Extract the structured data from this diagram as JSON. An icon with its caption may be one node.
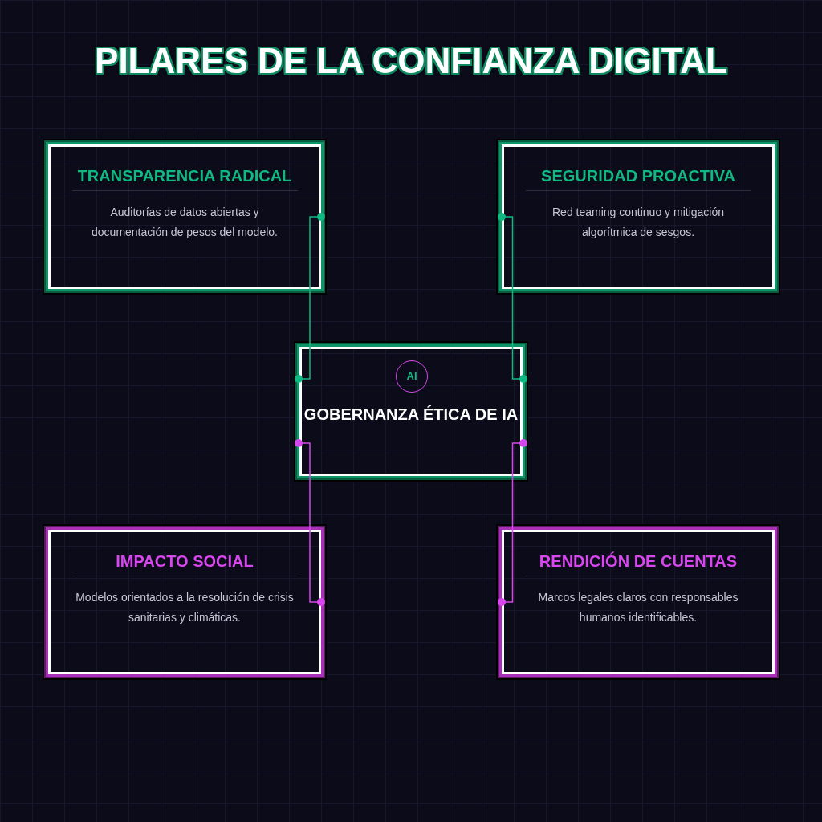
{
  "diagram": {
    "title": "PILARES DE LA CONFIANZA DIGITAL",
    "nodes": [
      {
        "text": [
          "TRANSPARENCIA RADICAL",
          "Auditorías de datos abiertas y documentación de pesos del modelo."
        ]
      },
      {
        "text": [
          "SEGURIDAD PROACTIVA",
          "Red teaming continuo y mitigación algorítmica de sesgos."
        ]
      },
      {
        "text": [
          "GOBERNANZA ÉTICA DE IA"
        ]
      },
      {
        "text": [
          "AI"
        ],
        "in": 2
      },
      {
        "text": [
          "IMPACTO SOCIAL",
          "Modelos orientados a la resolución de crisis sanitarias y climáticas."
        ]
      },
      {
        "text": [
          "RENDICIÓN DE CUENTAS",
          "Marcos legales claros con responsables humanos identificables."
        ]
      }
    ],
    "edges": [
      {
        "from": 2,
        "to": 0,
        "arrow": "other"
      },
      {
        "from": 2,
        "to": 1,
        "arrow": "other"
      },
      {
        "from": 2,
        "to": 4,
        "arrow": "other",
        "color": "#d946ef"
      },
      {
        "from": 2,
        "to": 5,
        "arrow": "other",
        "color": "#d946ef"
      }
    ]
  }
}
